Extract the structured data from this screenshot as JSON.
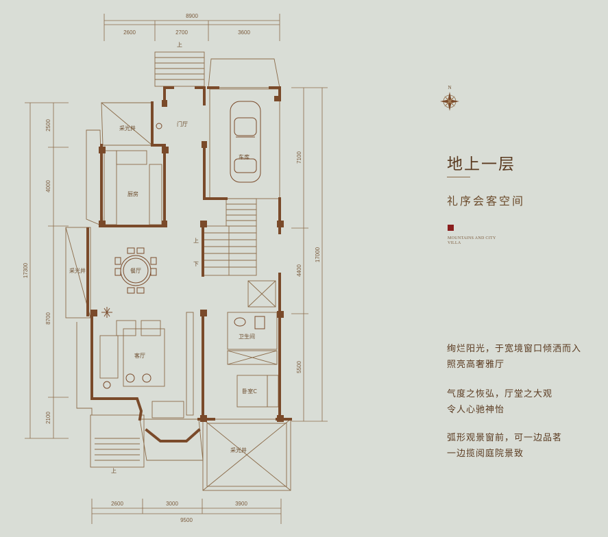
{
  "title": "地上一层",
  "subtitle": "礼序会客空间",
  "brand": {
    "line1": "MOUNTAINS AND CITY",
    "line2": "VILLA"
  },
  "compass_letter": "N",
  "paragraphs": [
    {
      "line1": "绚烂阳光，于宽境窗口倾洒而入",
      "line2": "照亮高奢雅厅"
    },
    {
      "line1": "气度之恢弘，厅堂之大观",
      "line2": "令人心驰神怡"
    },
    {
      "line1": "弧形观景窗前，可一边品茗",
      "line2": "一边揽阅庭院景致"
    }
  ],
  "dims": {
    "top_total": "8900",
    "top_segments": [
      "2600",
      "2700",
      "3600"
    ],
    "bottom_total": "9500",
    "bottom_segments": [
      "2600",
      "3000",
      "3900"
    ],
    "left_total": "17300",
    "left_segments": [
      "2500",
      "4000",
      "8700",
      "2100"
    ],
    "right_total": "17000",
    "right_segments": [
      "7100",
      "4400",
      "5500"
    ]
  },
  "rooms": {
    "skylight_nw": "采光井",
    "foyer": "门厅",
    "garage": "车库",
    "kitchen": "厨房",
    "dining": "餐厅",
    "skylight_w": "采光井",
    "living": "客厅",
    "bathroom": "卫生间",
    "bedroom_c": "卧室C",
    "skylight_s": "采光井"
  },
  "stair_labels": {
    "up_top": "上",
    "stair_up": "上",
    "stair_down": "下",
    "up_bottom": "上"
  },
  "colors": {
    "background": "#d9ddd6",
    "wall": "#7a4a2a",
    "line": "#8a6a48"
  }
}
